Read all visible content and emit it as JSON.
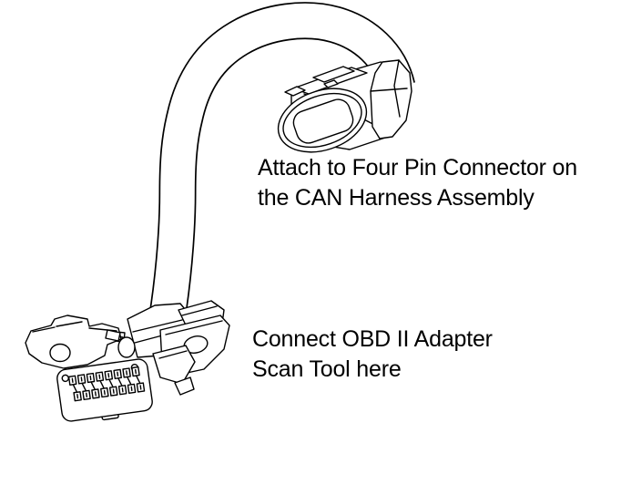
{
  "page": {
    "background_color": "#ffffff",
    "line_color": "#000000",
    "text_color": "#000000"
  },
  "annotations": {
    "four_pin": {
      "line1": "Attach to Four Pin Connector on",
      "line2": "the CAN Harness Assembly"
    },
    "obd": {
      "line1": "Connect OBD II Adapter",
      "line2": "Scan Tool here"
    }
  },
  "obd_connector": {
    "pin_rows": 2,
    "pins_per_row": 8
  }
}
